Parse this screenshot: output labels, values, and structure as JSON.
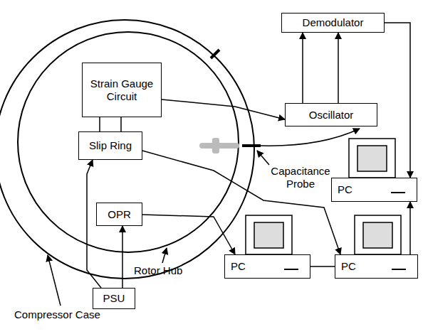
{
  "diagram": {
    "nodes": [
      {
        "text": [
          "Demodulator"
        ]
      },
      {
        "text": [
          "Strain Gauge Circuit"
        ]
      },
      {
        "text": [
          "Oscillator"
        ]
      },
      {
        "text": [
          "Slip Ring"
        ]
      },
      {
        "text": [
          "PC"
        ]
      },
      {
        "text": [
          "OPR"
        ]
      },
      {
        "text": [
          "PC"
        ]
      },
      {
        "text": [
          "PC"
        ]
      },
      {
        "text": [
          "PSU"
        ]
      }
    ],
    "edges": [
      {
        "from": 1,
        "to": 3,
        "arrow": "none"
      },
      {
        "from": 1,
        "to": 3,
        "arrow": "none"
      },
      {
        "from": 8,
        "to": 3,
        "arrow": "to"
      },
      {
        "from": 8,
        "to": 5,
        "arrow": "to"
      },
      {
        "from": 5,
        "to": 6,
        "arrow": "to"
      },
      {
        "from": 3,
        "to": 7,
        "arrow": "to"
      },
      {
        "from": 6,
        "to": 7,
        "arrow": "none"
      },
      {
        "from": 7,
        "to": 4,
        "arrow": "to"
      },
      {
        "from": 2,
        "to": 0,
        "arrow": "to"
      },
      {
        "from": 2,
        "to": 0,
        "arrow": "to"
      },
      {
        "from": 0,
        "to": 4,
        "arrow": "to"
      },
      {
        "from": 1,
        "to": 2,
        "arrow": "to"
      }
    ],
    "labels": [
      "Capacitance Probe",
      "Rotor Hub",
      "Compressor Case"
    ]
  }
}
